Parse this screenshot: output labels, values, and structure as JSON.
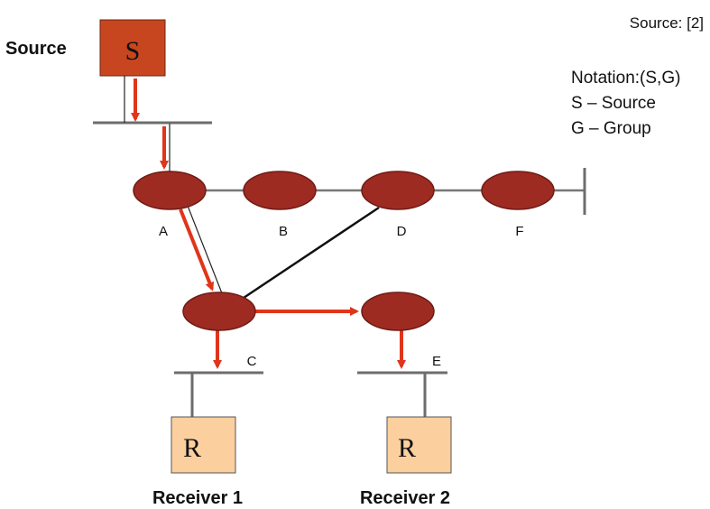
{
  "source_ref": "Source: [2]",
  "notation": {
    "line1": "Notation:(S,G)",
    "line2": "S – Source",
    "line3": "G – Group"
  },
  "source": {
    "label": "Source",
    "letter": "S",
    "color": "#c8461f"
  },
  "receivers": [
    {
      "label": "Receiver 1",
      "letter": "R",
      "color": "#fccf9f"
    },
    {
      "label": "Receiver 2",
      "letter": "R",
      "color": "#fccf9f"
    }
  ],
  "routers": [
    {
      "label": "A"
    },
    {
      "label": "B"
    },
    {
      "label": "D"
    },
    {
      "label": "F"
    },
    {
      "label": "C"
    },
    {
      "label": "E"
    }
  ],
  "colors": {
    "router": "#9e2b22",
    "flow": "#e0351b",
    "lan": "#6d6d6d"
  }
}
